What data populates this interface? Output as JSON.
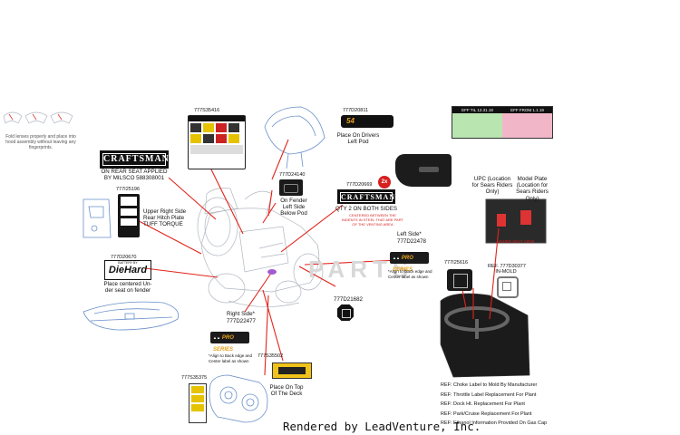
{
  "labels": {
    "fold_note": "Fold lenses properly and place into hood assembly without leaving any fingerprints.",
    "craftsman_seat_text": "CRAFTSMAN",
    "rear_seat_applied": "ON REAR SEAT APPLIED BY MILSCO 588308001",
    "pn_125196": "777I25196",
    "upper_right_side": "Upper Right Side Rear Hitch Plate TUFF TORQUE",
    "pn_20670": "777D20670",
    "diehard_small": "BATTERY BY",
    "diehard_text": "DieHard",
    "place_centered": "Place centered Un- der seat on fender",
    "pn_35416": "777S35416",
    "pn_20811": "777D20811",
    "place_on_drivers": "Place On Drivers Left Pod",
    "pod_number": "54",
    "pn_24140": "777D24140",
    "on_fender": "On Fender Left Side Below Pod",
    "pn_20669": "777D20669",
    "two_x": "2x",
    "craftsman_big": "CRAFTSMAN",
    "qty_both_sides": "QTY 2 ON BOTH SIDES",
    "centered_note": "CENTERED BETWEEN THE INDENTS IN STEEL THAT ARE PART OF THE VENTING AREA",
    "left_side": "Left Side*",
    "pn_22478": "777D22478",
    "align_black_edge": "*Align to black edge and Center label as shown",
    "pro_series": "PRO SERIES",
    "pn_21682": "777D21682",
    "right_side": "Right Side*",
    "pn_22477": "777D22477",
    "align_back_edge": "*Align to Back edge and Center label as shown",
    "pn_35502": "777S35502",
    "pn_35375": "777S35375",
    "place_on_top": "Place On Top Of The Deck",
    "eff_1": "EFF TIL 12.31.18",
    "eff_2": "EFF FROM 1.1.19",
    "upc_label": "UPC (Location for Sears Riders Only)",
    "model_plate_label": "Model Plate (Location for Sears Riders Only)",
    "under_seat_view": "UNDER SEAT VIEW",
    "pn_125616": "777I25616",
    "ref_30377": "REF. 777D30377",
    "in_mold": "IN-MOLD",
    "refs": [
      "REF: Choke Label to Mold By Manufacturer",
      "REF: Throttle Label Replacement For Plant",
      "REF: Dock Ht. Replacement For Plant",
      "REF: Park/Cruise Replacement For Plant",
      "REF: Ethanol Information Provided On Gas Cap"
    ],
    "watermark": "PARTS"
  },
  "footer": "Rendered by LeadVenture, Inc.",
  "colors": {
    "leader": "#e2231a",
    "eff_green": "#b9e6b0",
    "eff_pink": "#f2b6c9",
    "pro_orange": "#e8a21a",
    "outline_blue": "#6a8fc9"
  }
}
